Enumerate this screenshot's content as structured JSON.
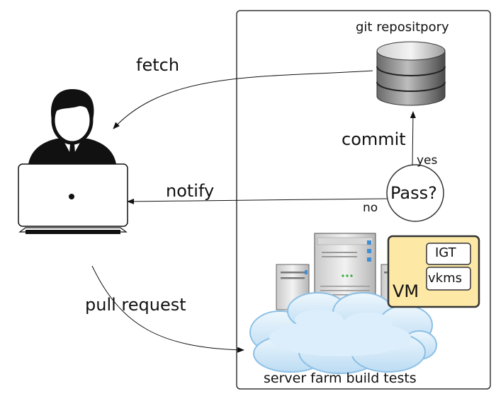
{
  "labels": {
    "repo": "git repositpory",
    "fetch": "fetch",
    "commit": "commit",
    "yes": "yes",
    "pass": "Pass?",
    "notify": "notify",
    "no": "no",
    "pull_request": "pull request",
    "igt": "IGT",
    "vkms": "vkms",
    "vm": "VM",
    "server_farm": "server farm build tests"
  },
  "icons": {
    "user": "developer-with-laptop-icon",
    "database": "database-icon",
    "servers": "server-rack-icon",
    "cloud": "cloud-icon"
  },
  "colors": {
    "vm_fill": "#fde8a6",
    "vm_border": "#333333",
    "cloud_fill": "#d8ecfa",
    "cloud_stroke": "#8cc0e6",
    "server_light": "#e8e8e8",
    "server_dark": "#9a9a9a",
    "led": "#3f8fd6"
  }
}
